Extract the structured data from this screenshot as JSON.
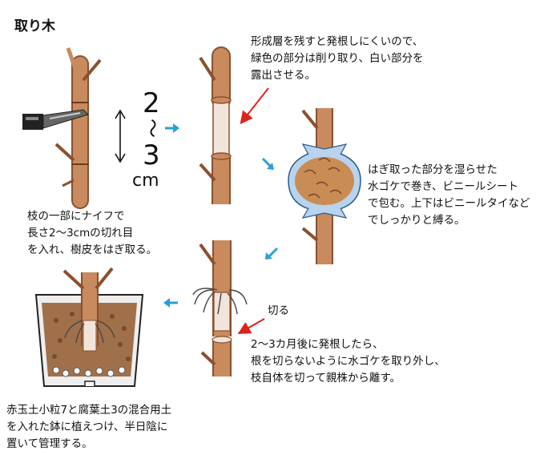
{
  "title": "取り木",
  "measure": {
    "top": "2",
    "tilde": "〜",
    "bottom": "3",
    "unit": "cm"
  },
  "captions": {
    "step1": [
      "枝の一部にナイフで",
      "長さ2〜3cmの切れ目",
      "を入れ、樹皮をはぎ取る。"
    ],
    "step2": [
      "形成層を残すと発根しにくいので、",
      "緑色の部分は削り取り、白い部分を",
      "露出させる。"
    ],
    "step3": [
      "はぎ取った部分を湿らせた",
      "水ゴケで巻き、ビニールシート",
      "で包む。上下はビニールタイなど",
      "でしっかりと縛る。"
    ],
    "step4_cut": "切る",
    "step4": [
      "2〜3カ月後に発根したら、",
      "根を切らないように水ゴケを取り外し、",
      "枝自体を切って親株から離す。"
    ],
    "step5": [
      "赤玉土小粒7と腐葉土3の混合用土",
      "を入れた鉢に植えつけ、半日陰に",
      "置いて管理する。"
    ]
  },
  "colors": {
    "bark": "#c98a5e",
    "bark_dark": "#8a5030",
    "stripped": "#f1e4da",
    "blue_arrow": "#2a9fd8",
    "red_arrow": "#e0211c",
    "moss": "#c98c55",
    "film": "#b9d3ee",
    "soil": "#a0704a",
    "pot": "#eeeeee"
  }
}
